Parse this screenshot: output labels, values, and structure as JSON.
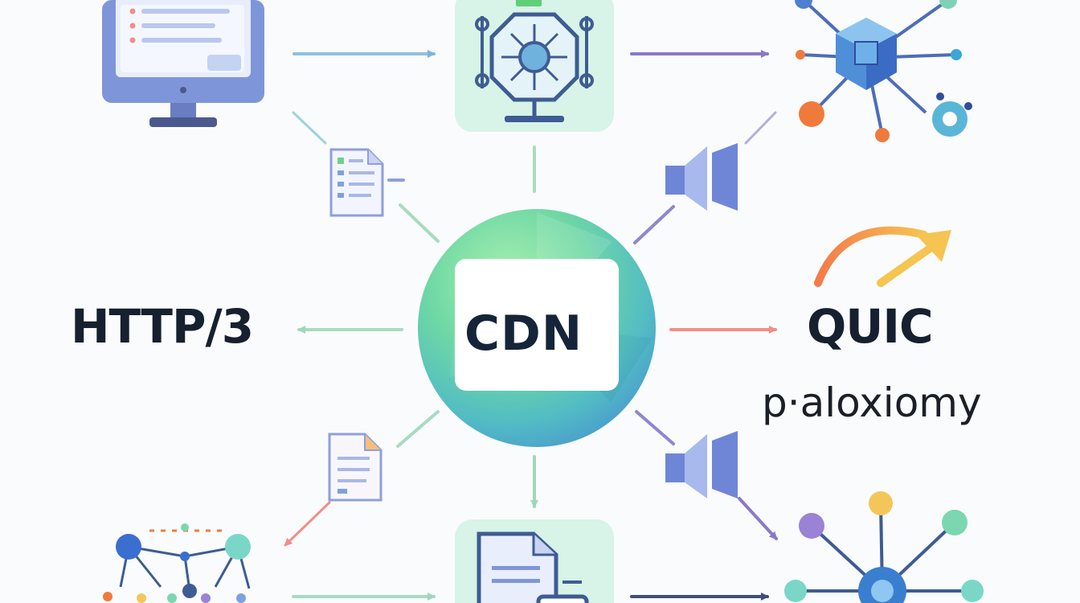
{
  "nodes": {
    "center": {
      "label": "CDN"
    },
    "left": {
      "label": "HTTP/3"
    },
    "right": {
      "label": "QUIC",
      "sublabel": "p·aloxiomy"
    }
  },
  "colors": {
    "computer": "#7f95da",
    "screen": "#e7edfb",
    "panel_green": "#d8f3e7",
    "hub_green": "#7fdf9a",
    "hub_teal": "#5cc7c4",
    "hub_blue": "#4aa0c9",
    "arrow_blue": "#8ec0de",
    "arrow_purple": "#8a79c8",
    "arrow_red": "#ef8f86",
    "arrow_green": "#a8dbc0",
    "orange_arc": "#f3a85e",
    "node_orange": "#f07a3c",
    "node_purple": "#9a82d6",
    "node_yellow": "#f4c65a",
    "node_green": "#7ad7b0",
    "node_blue": "#3a7fcf",
    "ink": "#16202e"
  },
  "icons": [
    "computer-monitor-icon",
    "processor-gear-icon",
    "crypto-cube-network-icon",
    "document-icon",
    "speaker-icon",
    "speedometer-arc-icon",
    "network-graph-icon",
    "file-server-icon",
    "hub-network-icon"
  ]
}
